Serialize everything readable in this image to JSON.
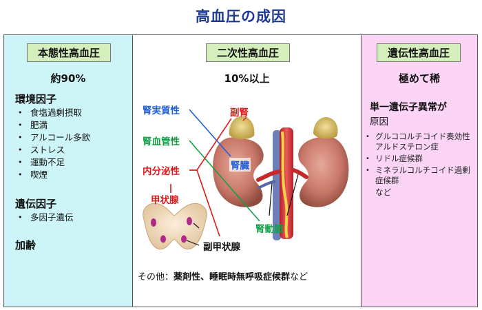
{
  "title": "高血圧の成因",
  "left": {
    "header": "本態性高血圧",
    "percent": "約90%",
    "env_title": "環境因子",
    "env_items": [
      "食塩過剰摂取",
      "肥満",
      "アルコール多飲",
      "ストレス",
      "運動不足",
      "喫煙"
    ],
    "gen_title": "遺伝因子",
    "gen_items": [
      "多因子遺伝"
    ],
    "aging": "加齢"
  },
  "middle": {
    "header": "二次性高血圧",
    "percent": "10%以上",
    "labels": {
      "renal_parenchymal": "腎実質性",
      "renovascular": "腎血管性",
      "endocrine": "内分泌性",
      "adrenal": "副腎",
      "kidney": "腎臓",
      "thyroid": "甲状腺",
      "renal_artery": "腎動脈",
      "parathyroid": "副甲状腺"
    },
    "other_prefix": "その他：",
    "other_bold": "薬剤性、睡眠時無呼吸症候群",
    "other_suffix": "など"
  },
  "right": {
    "header": "遺伝性高血圧",
    "rarity": "極めて稀",
    "abnormal_title": "単一遺伝子異常が",
    "abnormal_sub": "原因",
    "items": [
      "グルココルチコイド奏効性アルドステロン症",
      "リドル症候群",
      "ミネラルコルチコイド過剰症候群"
    ],
    "etc": "など"
  },
  "colors": {
    "title": "#1f3a93",
    "left_bg": "#cdf4f6",
    "right_bg": "#fbd4f6",
    "header_bg": "#d4eebc",
    "blue": "#1f5fd6",
    "green": "#13a046",
    "red": "#e01818"
  }
}
